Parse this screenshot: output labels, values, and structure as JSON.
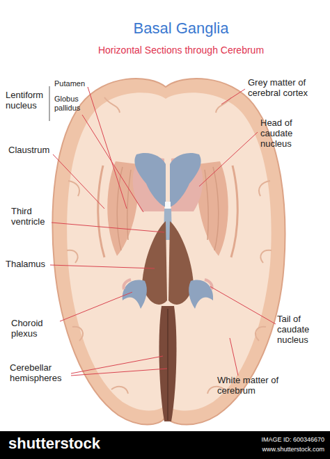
{
  "diagram": {
    "title": "Basal Ganglia",
    "caption": "Horizontal Sections through Cerebrum",
    "labels": [
      "Lentiform nucleus",
      "Putamen",
      "Globus pallidus",
      "Grey matter of cerebral cortex",
      "Head of caudate nucleus",
      "Claustrum",
      "Third ventricle",
      "Thalamus",
      "Choroid plexus",
      "Tail of caudate nucleus",
      "Cerebellar hemispheres",
      "White matter of cerebrum",
      "shutterstock",
      "IMAGE ID: 600346670",
      "www.shutterstock.com"
    ]
  }
}
